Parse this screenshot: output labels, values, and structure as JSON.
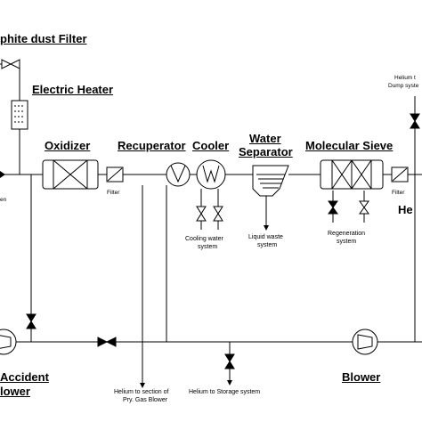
{
  "labels": {
    "graphite_dust_filter": "phite dust Filter",
    "electric_heater": "Electric Heater",
    "oxidizer": "Oxidizer",
    "recuperator": "Recuperator",
    "cooler": "Cooler",
    "water_separator_line1": "Water",
    "water_separator_line2": "Separator",
    "molecular_sieve": "Molecular Sieve",
    "he": "He",
    "accident_line1": "Accident",
    "accident_line2": "lower",
    "blower": "Blower",
    "helium_dump_line1": "Helium t",
    "helium_dump_line2": "Dump syste",
    "filter_1": "Filter",
    "filter_2": "Filter",
    "left_cut": "en",
    "cooling_water_line1": "Cooling water",
    "cooling_water_line2": "system",
    "liquid_waste_line1": "Liquid waste",
    "liquid_waste_line2": "system",
    "regeneration_line1": "Regeneration",
    "regeneration_line2": "system",
    "helium_section_line1": "Helium to section of",
    "helium_section_line2": "Pry. Gas Blower",
    "helium_storage": "Helium to Storage system"
  }
}
